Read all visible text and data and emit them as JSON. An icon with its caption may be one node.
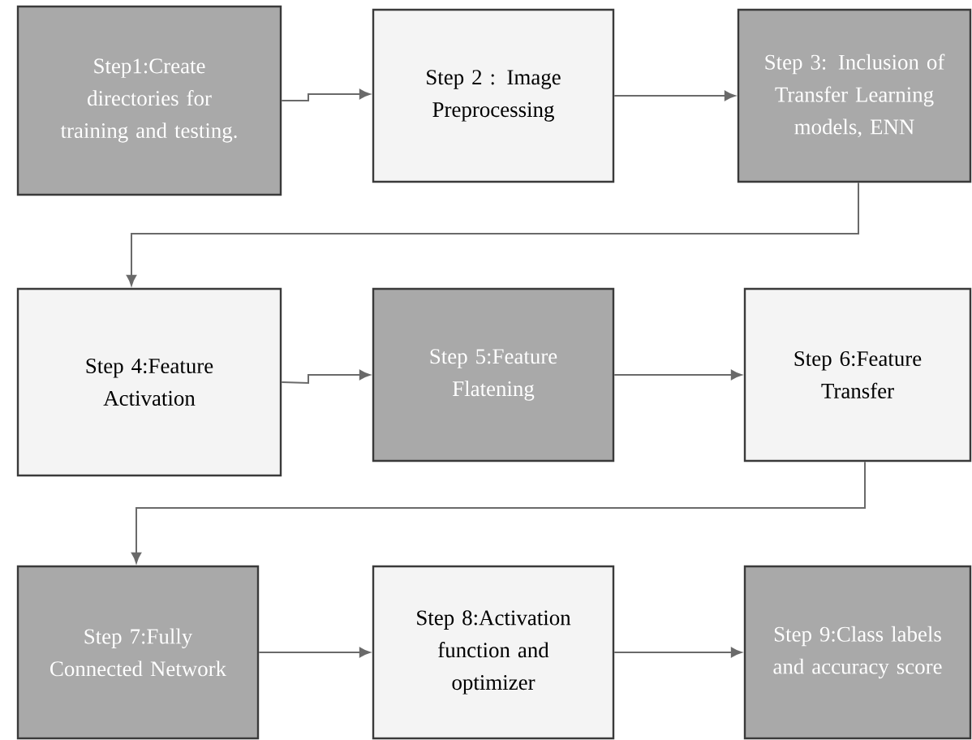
{
  "diagram": {
    "nodes": [
      {
        "text": [
          "Step1:Create directories for training and testing."
        ]
      },
      {
        "text": [
          "Step 2 : Image Preprocessing"
        ]
      },
      {
        "text": [
          "Step 3: Inclusion of Transfer Learning models, ENN"
        ]
      },
      {
        "text": [
          "Step 4:Feature Activation"
        ]
      },
      {
        "text": [
          "Step 5:Feature Flatening"
        ]
      },
      {
        "text": [
          "Step 6:Feature Transfer"
        ]
      },
      {
        "text": [
          "Step 7:Fully Connected Network"
        ]
      },
      {
        "text": [
          "Step 8:Activation function and optimizer"
        ]
      },
      {
        "text": [
          "Step 9:Class labels and accuracy score"
        ]
      }
    ],
    "edges": [
      {
        "from": 0,
        "to": 1,
        "arrow": "to"
      },
      {
        "from": 1,
        "to": 2,
        "arrow": "to"
      },
      {
        "from": 2,
        "to": 3,
        "arrow": "to"
      },
      {
        "from": 3,
        "to": 4,
        "arrow": "to"
      },
      {
        "from": 4,
        "to": 5,
        "arrow": "to"
      },
      {
        "from": 5,
        "to": 6,
        "arrow": "to"
      },
      {
        "from": 6,
        "to": 7,
        "arrow": "to"
      },
      {
        "from": 7,
        "to": 8,
        "arrow": "to"
      }
    ]
  }
}
